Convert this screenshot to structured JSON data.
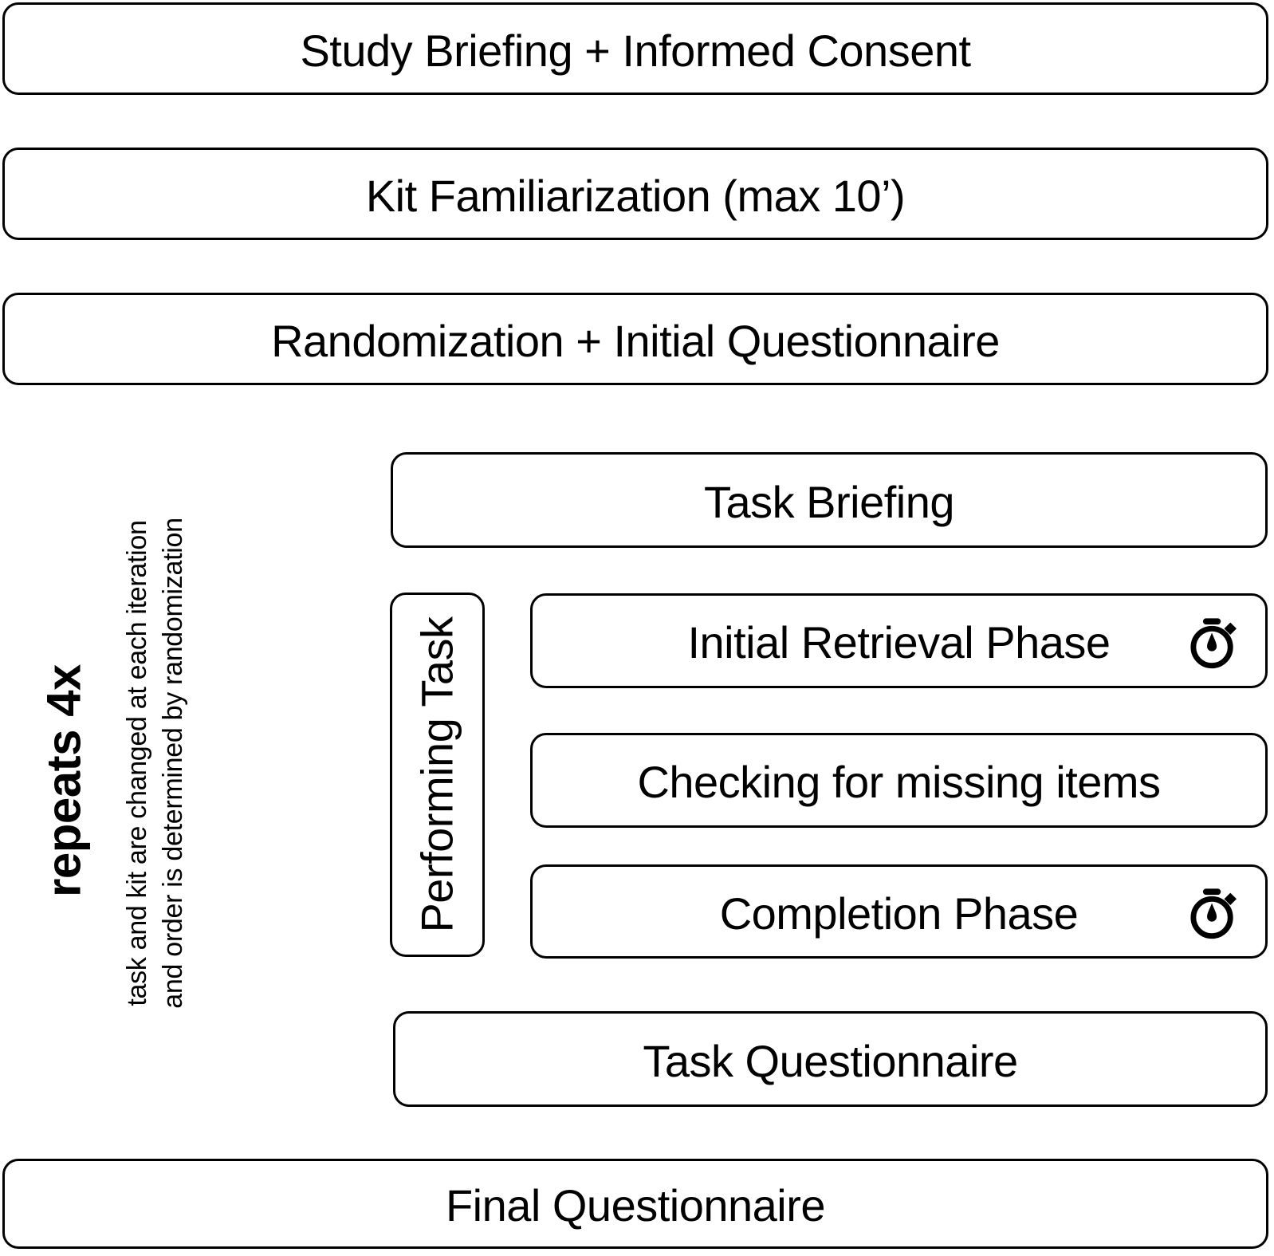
{
  "figure": {
    "background": "#ffffff",
    "ink_color": "#000000",
    "boxes": {
      "study_briefing": "Study Briefing + Informed Consent",
      "kit_familiarization": "Kit Familiarization (max 10’)",
      "randomization": "Randomization + Initial Questionnaire",
      "task_briefing": "Task Briefing",
      "performing_task": "Performing Task",
      "initial_retrieval": "Initial Retrieval Phase",
      "checking_items": "Checking for missing items",
      "completion_phase": "Completion Phase",
      "task_questionnaire": "Task Questionnaire",
      "final_questionnaire": "Final Questionnaire"
    },
    "repeat_annotation": {
      "label": "repeats 4x",
      "note_line1": "task and kit are changed at each iteration",
      "note_line2": "and order is determined by randomization"
    },
    "icons": [
      {
        "name": "stopwatch-icon",
        "appears_in": [
          "initial_retrieval",
          "completion_phase"
        ]
      }
    ]
  }
}
